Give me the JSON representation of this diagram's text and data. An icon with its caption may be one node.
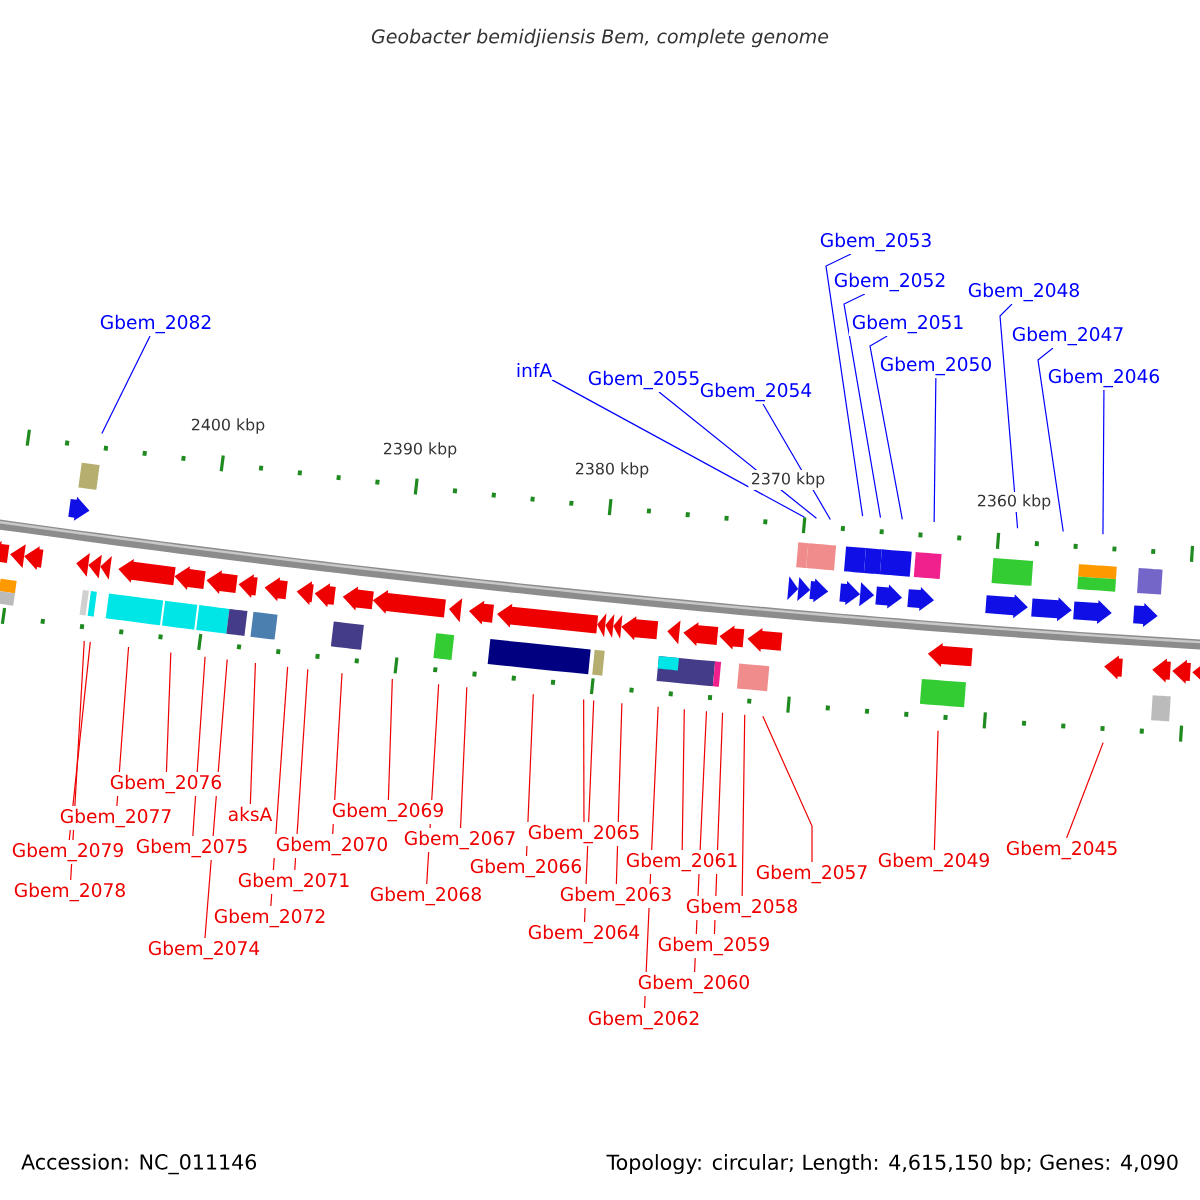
{
  "diagram": {
    "title": "Geobacter bemidjiensis Bem, complete genome",
    "nodes": [
      {
        "text": [
          "Gbem_2082"
        ]
      },
      {
        "text": [
          "infA"
        ]
      },
      {
        "text": [
          "Gbem_2055"
        ]
      },
      {
        "text": [
          "Gbem_2054"
        ]
      },
      {
        "text": [
          "Gbem_2053"
        ]
      },
      {
        "text": [
          "Gbem_2052"
        ]
      },
      {
        "text": [
          "Gbem_2051"
        ]
      },
      {
        "text": [
          "Gbem_2050"
        ]
      },
      {
        "text": [
          "Gbem_2048"
        ]
      },
      {
        "text": [
          "Gbem_2047"
        ]
      },
      {
        "text": [
          "Gbem_2046"
        ]
      },
      {
        "text": [
          "Gbem_2079"
        ]
      },
      {
        "text": [
          "Gbem_2078"
        ]
      },
      {
        "text": [
          "Gbem_2077"
        ]
      },
      {
        "text": [
          "Gbem_2076"
        ]
      },
      {
        "text": [
          "Gbem_2075"
        ]
      },
      {
        "text": [
          "Gbem_2074"
        ]
      },
      {
        "text": [
          "aksA"
        ]
      },
      {
        "text": [
          "Gbem_2072"
        ]
      },
      {
        "text": [
          "Gbem_2071"
        ]
      },
      {
        "text": [
          "Gbem_2070"
        ]
      },
      {
        "text": [
          "Gbem_2069"
        ]
      },
      {
        "text": [
          "Gbem_2068"
        ]
      },
      {
        "text": [
          "Gbem_2067"
        ]
      },
      {
        "text": [
          "Gbem_2066"
        ]
      },
      {
        "text": [
          "Gbem_2065"
        ]
      },
      {
        "text": [
          "Gbem_2064"
        ]
      },
      {
        "text": [
          "Gbem_2063"
        ]
      },
      {
        "text": [
          "Gbem_2062"
        ]
      },
      {
        "text": [
          "Gbem_2061"
        ]
      },
      {
        "text": [
          "Gbem_2060"
        ]
      },
      {
        "text": [
          "Gbem_2059"
        ]
      },
      {
        "text": [
          "Gbem_2058"
        ]
      },
      {
        "text": [
          "Gbem_2057"
        ]
      },
      {
        "text": [
          "Gbem_2049"
        ]
      },
      {
        "text": [
          "Gbem_2045"
        ]
      }
    ],
    "edges": [
      {
        "from": 0,
        "to": null,
        "arrow": "none",
        "color": "#0000ff"
      },
      {
        "from": 1,
        "to": null,
        "arrow": "none",
        "color": "#0000ff"
      },
      {
        "from": 2,
        "to": null,
        "arrow": "none",
        "color": "#0000ff"
      },
      {
        "from": 3,
        "to": null,
        "arrow": "none",
        "color": "#0000ff"
      },
      {
        "from": 4,
        "to": null,
        "arrow": "none",
        "color": "#0000ff"
      },
      {
        "from": 5,
        "to": null,
        "arrow": "none",
        "color": "#0000ff"
      },
      {
        "from": 6,
        "to": null,
        "arrow": "none",
        "color": "#0000ff"
      },
      {
        "from": 7,
        "to": null,
        "arrow": "none",
        "color": "#0000ff"
      },
      {
        "from": 8,
        "to": null,
        "arrow": "none",
        "color": "#0000ff"
      },
      {
        "from": 9,
        "to": null,
        "arrow": "none",
        "color": "#0000ff"
      },
      {
        "from": 10,
        "to": null,
        "arrow": "none",
        "color": "#0000ff"
      },
      {
        "from": 11,
        "to": null,
        "arrow": "none"
      },
      {
        "from": 12,
        "to": null,
        "arrow": "none"
      },
      {
        "from": 13,
        "to": null,
        "arrow": "none"
      },
      {
        "from": 14,
        "to": null,
        "arrow": "none"
      },
      {
        "from": 15,
        "to": null,
        "arrow": "none"
      },
      {
        "from": 16,
        "to": null,
        "arrow": "none"
      },
      {
        "from": 17,
        "to": null,
        "arrow": "none"
      },
      {
        "from": 18,
        "to": null,
        "arrow": "none"
      },
      {
        "from": 19,
        "to": null,
        "arrow": "none"
      },
      {
        "from": 20,
        "to": null,
        "arrow": "none"
      },
      {
        "from": 21,
        "to": null,
        "arrow": "none"
      },
      {
        "from": 22,
        "to": null,
        "arrow": "none"
      },
      {
        "from": 23,
        "to": null,
        "arrow": "none"
      },
      {
        "from": 24,
        "to": null,
        "arrow": "none"
      },
      {
        "from": 25,
        "to": null,
        "arrow": "none"
      },
      {
        "from": 26,
        "to": null,
        "arrow": "none"
      },
      {
        "from": 27,
        "to": null,
        "arrow": "none"
      },
      {
        "from": 28,
        "to": null,
        "arrow": "none"
      },
      {
        "from": 29,
        "to": null,
        "arrow": "none"
      },
      {
        "from": 30,
        "to": null,
        "arrow": "none"
      },
      {
        "from": 31,
        "to": null,
        "arrow": "none"
      },
      {
        "from": 32,
        "to": null,
        "arrow": "none"
      },
      {
        "from": 33,
        "to": null,
        "arrow": "none"
      },
      {
        "from": 34,
        "to": null,
        "arrow": "none"
      },
      {
        "from": 35,
        "to": null,
        "arrow": "none"
      }
    ],
    "labels": [
      "2400 kbp",
      "2390 kbp",
      "2380 kbp",
      "2370 kbp",
      "2360 kbp",
      "Accession: NC_011146",
      "Topology: circular; Length: 4,615,150 bp; Genes: 4,090"
    ]
  }
}
